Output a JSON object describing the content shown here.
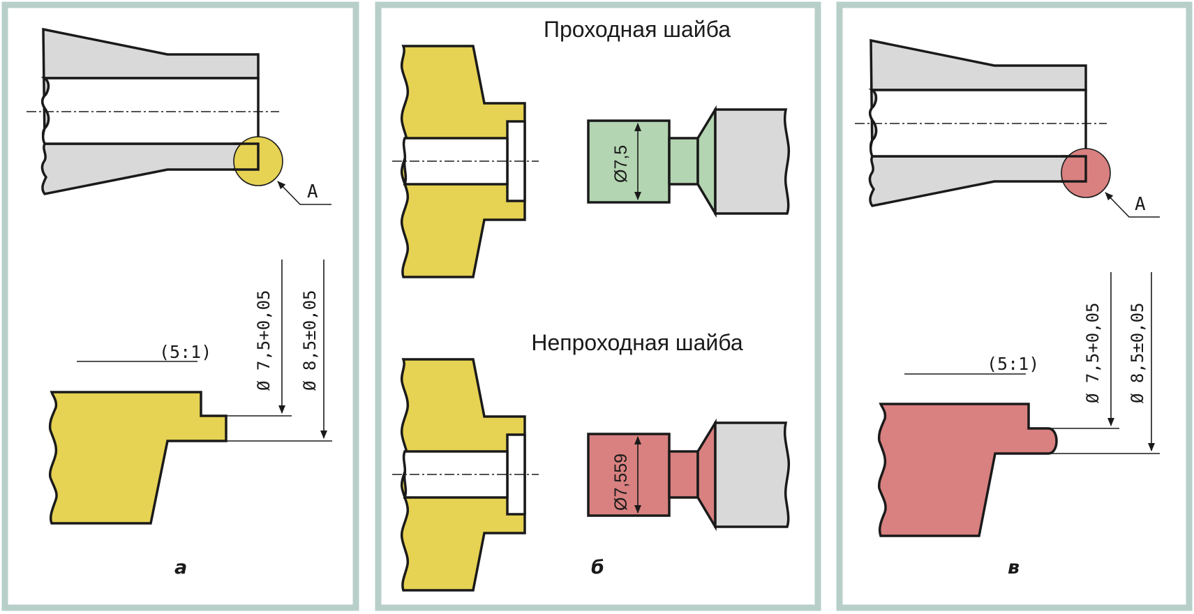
{
  "panels": {
    "a": {
      "letter": "а",
      "callout": "A",
      "scale": "(5:1)",
      "dim_inner": "Ø 7,5+0,05",
      "dim_outer": "Ø 8,5±0,05"
    },
    "b": {
      "go_title": "Проходная шайба",
      "nogo_title": "Непроходная шайба",
      "go_dim": "Ø7,5",
      "nogo_dim": "Ø7,559",
      "letter": "б"
    },
    "c": {
      "letter": "в",
      "callout": "A",
      "scale": "(5:1)",
      "dim_inner": "Ø 7,5+0,05",
      "dim_outer": "Ø 8,5±0,05"
    }
  },
  "colors": {
    "frame": "#b7cfc8",
    "gray_part": "#d9d9d9",
    "yellow_part": "#e6d253",
    "green_gauge": "#b3d5b1",
    "red_part": "#d98080"
  }
}
